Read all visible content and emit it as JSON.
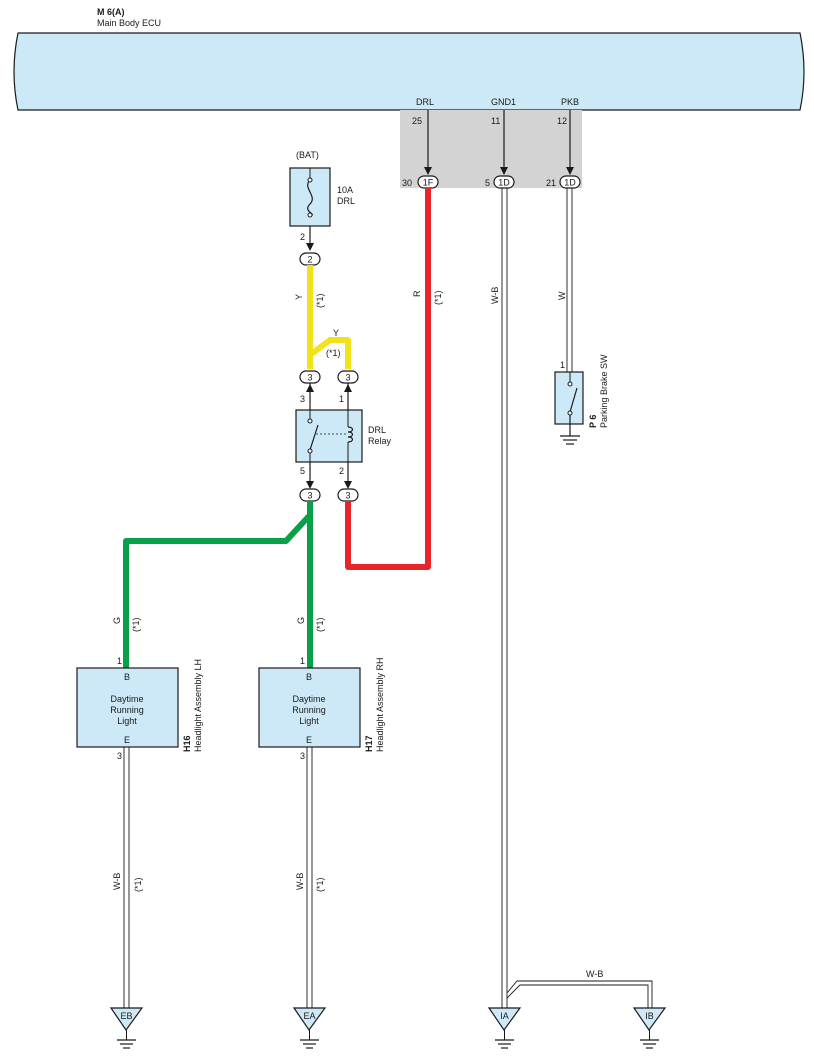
{
  "ecu": {
    "id": "M 6(A)",
    "name": "Main Body ECU",
    "pins": [
      {
        "label": "DRL",
        "pin": "25",
        "connector_pin": "30",
        "connector": "1F"
      },
      {
        "label": "GND1",
        "pin": "11",
        "connector_pin": "5",
        "connector": "1D"
      },
      {
        "label": "PKB",
        "pin": "12",
        "connector_pin": "21",
        "connector": "1D"
      }
    ]
  },
  "fuse": {
    "source": "(BAT)",
    "rating": "10A",
    "name": "DRL",
    "pin": "2",
    "connector": "2"
  },
  "relay": {
    "name_line1": "DRL",
    "name_line2": "Relay",
    "pins": {
      "p3": "3",
      "p1": "1",
      "p5": "5",
      "p2": "2"
    },
    "connectors": {
      "c3a": "3",
      "c3b": "3",
      "c3c": "3",
      "c3d": "3"
    }
  },
  "parking_switch": {
    "id": "P 6",
    "name": "Parking Brake SW",
    "pin": "1"
  },
  "headlight_lh": {
    "id": "H16",
    "name": "Headlight Assembly LH",
    "top_pin": "1",
    "top_terminal": "B",
    "body_line1": "Daytime",
    "body_line2": "Running",
    "body_line3": "Light",
    "bottom_terminal": "E",
    "bottom_pin": "3"
  },
  "headlight_rh": {
    "id": "H17",
    "name": "Headlight Assembly RH",
    "top_pin": "1",
    "top_terminal": "B",
    "body_line1": "Daytime",
    "body_line2": "Running",
    "body_line3": "Light",
    "bottom_terminal": "E",
    "bottom_pin": "3"
  },
  "wires": {
    "yellow": {
      "color_code": "Y",
      "note": "(*1)",
      "hex": "#f2e21b"
    },
    "red": {
      "color_code": "R",
      "note": "(*1)",
      "hex": "#e8262a"
    },
    "green": {
      "color_code": "G",
      "note": "(*1)",
      "hex": "#0aa04a"
    },
    "gnd1": {
      "color_code": "W-B"
    },
    "pkb": {
      "color_code": "W"
    },
    "lh_ground": {
      "color_code": "W-B",
      "note": "(*1)"
    },
    "rh_ground": {
      "color_code": "W-B",
      "note": "(*1)"
    },
    "ia_ib": {
      "color_code": "W-B"
    }
  },
  "grounds": {
    "eb": "EB",
    "ea": "EA",
    "ia": "IA",
    "ib": "IB"
  },
  "colors": {
    "component_fill": "#cde9f7",
    "junction_fill": "#d3d3d3",
    "outline": "#1a1a1a"
  }
}
